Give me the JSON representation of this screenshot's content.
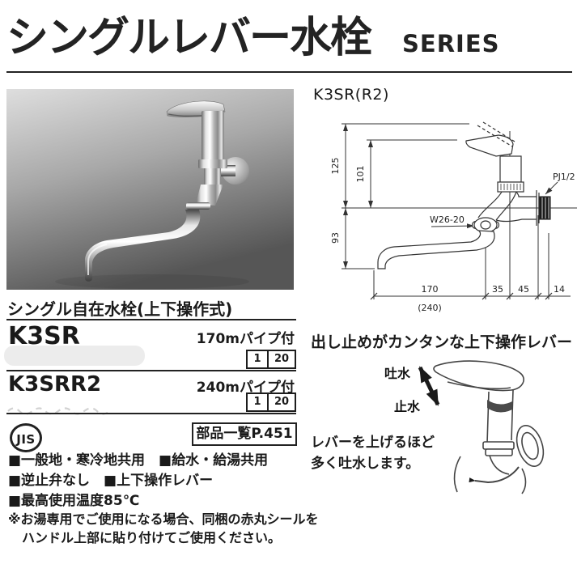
{
  "header": {
    "title": "シングルレバー水栓",
    "series_label": "SERIES"
  },
  "left": {
    "caption": "シングル自在水栓(上下操作式)",
    "models": [
      {
        "code": "K3SR",
        "pipe_note": "170mパイプ付",
        "carton": "1",
        "case": "20"
      },
      {
        "code": "K3SRR2",
        "pipe_note": "240mパイプ付",
        "carton": "1",
        "case": "20"
      }
    ],
    "jis_label": "JIS",
    "parts_ref": "部品一覧P.451",
    "features": [
      "■一般地・寒冷地共用　■給水・給湯共用",
      "■逆止弁なし　■上下操作レバー",
      "■最高使用温度85℃"
    ],
    "notes": [
      "※お湯専用でご使用になる場合、同梱の赤丸シールを",
      "ハンドル上部に貼り付けてご使用ください。"
    ]
  },
  "diagram": {
    "model_label": "K3SR(R2)",
    "labels": {
      "pj": "PJ1/2",
      "w26": "W26-20",
      "h_total": "125",
      "h_inner": "101",
      "h_lower": "93",
      "w_pipe": "170",
      "w_a": "35",
      "w_b": "45",
      "w_c": "14",
      "w_alt": "(240)"
    }
  },
  "feature_panel": {
    "heading": "出し止めがカンタンな上下操作レバー",
    "spout_open": "吐水",
    "spout_close": "止水",
    "desc": [
      "レバーを上げるほど",
      "多く吐水します。"
    ]
  },
  "colors": {
    "ink": "#222222",
    "photo_dark": "#565656",
    "photo_light": "#dddddd"
  }
}
